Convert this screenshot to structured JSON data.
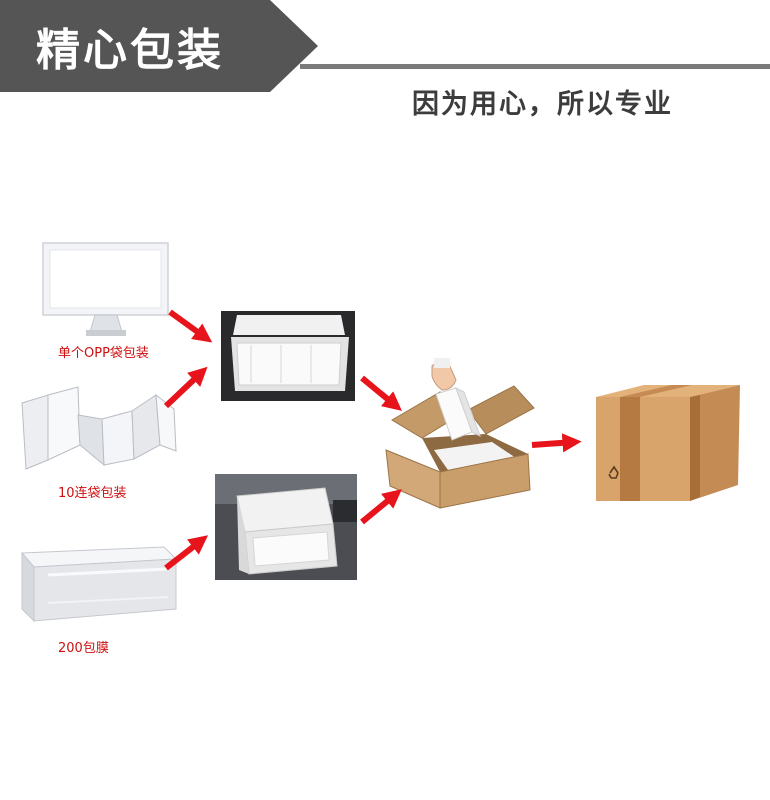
{
  "header": {
    "title": "精心包装",
    "subtitle": "因为用心，所以专业",
    "banner_color": "#555555",
    "line_color": "#7a7a7a"
  },
  "flow": {
    "accent_color": "#e8141b",
    "packaging_options": [
      {
        "caption": "单个OPP袋包装"
      },
      {
        "caption": "10连袋包装"
      },
      {
        "caption": "200包膜"
      }
    ]
  }
}
